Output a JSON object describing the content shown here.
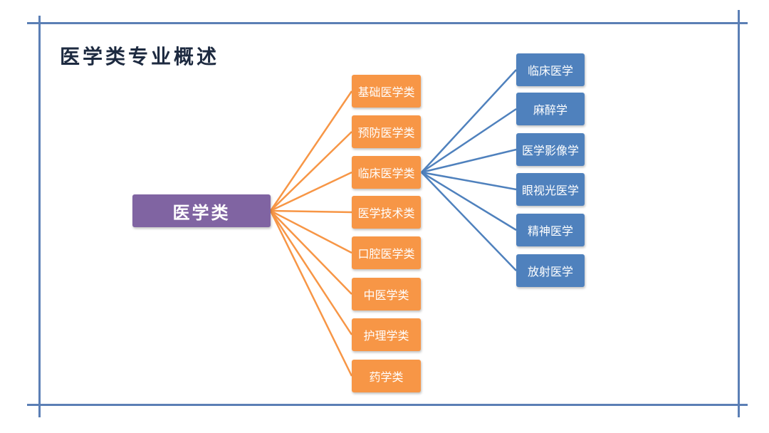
{
  "title": "医学类专业概述",
  "root": "医学类",
  "categories": [
    "基础医学类",
    "预防医学类",
    "临床医学类",
    "医学技术类",
    "口腔医学类",
    "中医学类",
    "护理学类",
    "药学类"
  ],
  "expanded_category": "临床医学类",
  "majors": [
    "临床医学",
    "麻醉学",
    "医学影像学",
    "眼视光医学",
    "精神医学",
    "放射医学"
  ],
  "colors": {
    "root": "#8064a2",
    "category": "#f79646",
    "major": "#4f81bd",
    "frame": "#5b7fb5"
  }
}
